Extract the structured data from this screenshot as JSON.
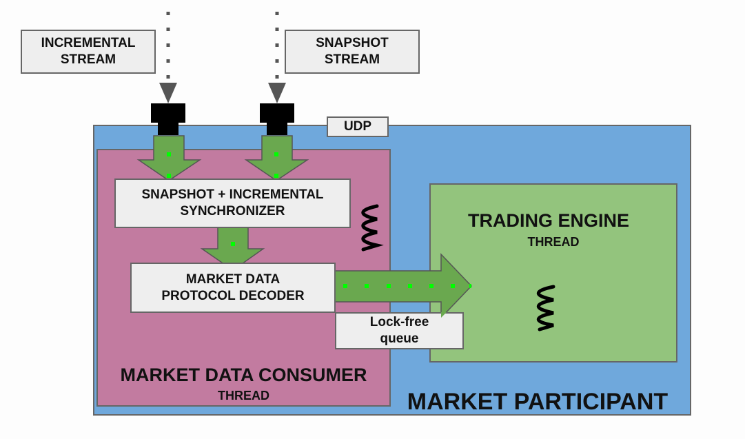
{
  "diagram": {
    "inputs": {
      "incremental_stream": [
        "INCREMENTAL",
        "STREAM"
      ],
      "snapshot_stream": [
        "SNAPSHOT",
        "STREAM"
      ]
    },
    "udp_label": "UDP",
    "market_participant": {
      "label": "MARKET PARTICIPANT",
      "color": "#6fa8dc"
    },
    "market_data_consumer": {
      "title": "MARKET DATA CONSUMER",
      "subtitle": "THREAD",
      "color": "#c27ba0",
      "synchronizer": [
        "SNAPSHOT + INCREMENTAL",
        "SYNCHRONIZER"
      ],
      "decoder": [
        "MARKET DATA",
        "PROTOCOL DECODER"
      ]
    },
    "trading_engine": {
      "title": "TRADING ENGINE",
      "subtitle": "THREAD",
      "color": "#93c47d"
    },
    "queue": [
      "Lock-free",
      "queue"
    ],
    "icons": {
      "thread_icon": "spring-coil",
      "connector_icon": "network-socket"
    },
    "colors": {
      "arrow_fill": "#6aa84f",
      "arrow_dots": "#00ff00",
      "box_fill": "#eeeeee",
      "stream_arrow": "#555555"
    }
  }
}
